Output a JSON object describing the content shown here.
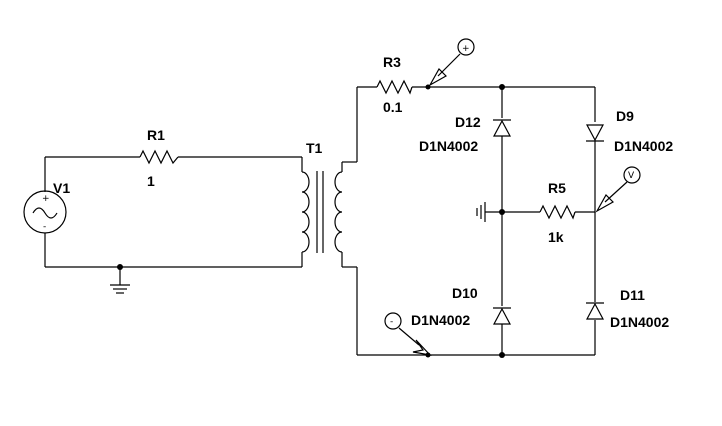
{
  "components": {
    "v1": {
      "ref": "V1"
    },
    "r1": {
      "ref": "R1",
      "value": "1"
    },
    "t1": {
      "ref": "T1"
    },
    "r3": {
      "ref": "R3",
      "value": "0.1"
    },
    "r5": {
      "ref": "R5",
      "value": "1k"
    },
    "d9": {
      "ref": "D9",
      "value": "D1N4002"
    },
    "d10": {
      "ref": "D10",
      "value": "D1N4002"
    },
    "d11": {
      "ref": "D11",
      "value": "D1N4002"
    },
    "d12": {
      "ref": "D12",
      "value": "D1N4002"
    }
  },
  "markers": {
    "plus": "+",
    "minus": "-",
    "voltage": "V"
  },
  "colors": {
    "wire": "#000000",
    "background": "#ffffff"
  }
}
